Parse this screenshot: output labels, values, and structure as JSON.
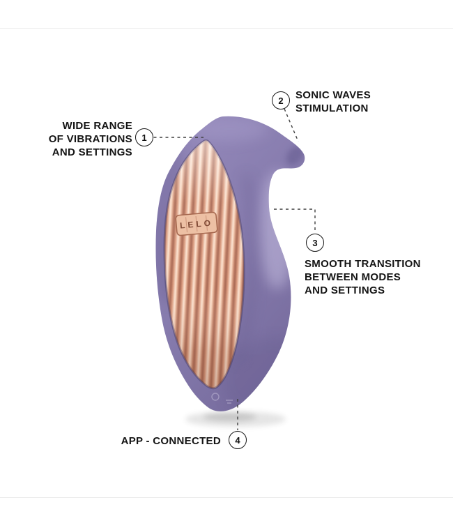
{
  "diagram": {
    "background": "#ffffff",
    "leader_line_color": "#3f3f3f",
    "text_color": "#141414"
  },
  "product": {
    "brand": "LELO",
    "body_color": "#887daf",
    "body_color_dark": "#776c9e",
    "panel_color": "#e8ab92",
    "panel_highlight": "#fce4d2",
    "panel_shadow": "#a96a55"
  },
  "callouts": [
    {
      "number": "1",
      "label": "WIDE RANGE\nOF VIBRATIONS\nAND SETTINGS"
    },
    {
      "number": "2",
      "label": "SONIC WAVES\nSTIMULATION"
    },
    {
      "number": "3",
      "label": "SMOOTH TRANSITION\nBETWEEN MODES\nAND SETTINGS"
    },
    {
      "number": "4",
      "label": "APP - CONNECTED"
    }
  ]
}
